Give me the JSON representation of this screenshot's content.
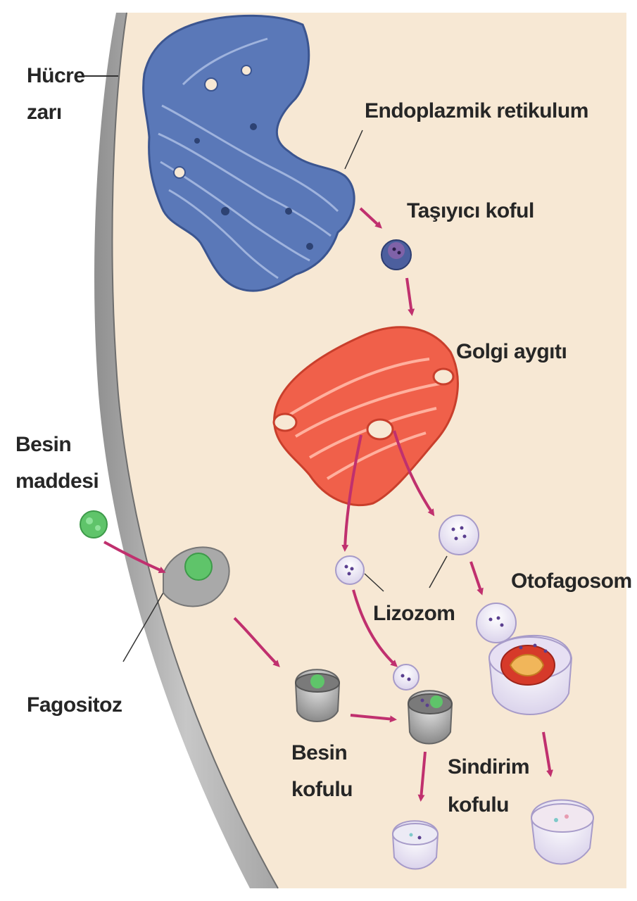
{
  "labels": {
    "cell_membrane_line1": "Hücre",
    "cell_membrane_line2": "zarı",
    "endoplasmic_reticulum": "Endoplazmik retikulum",
    "transport_vesicle": "Taşıyıcı koful",
    "golgi": "Golgi aygıtı",
    "food_line1": "Besin",
    "food_line2": "maddesi",
    "autophagosome": "Otofagosom",
    "lysosome": "Lizozom",
    "phagocytosis": "Fagositoz",
    "food_vacuole_line1": "Besin",
    "food_vacuole_line2": "kofulu",
    "digestive_vacuole_line1": "Sindirim",
    "digestive_vacuole_line2": "kofulu"
  },
  "colors": {
    "cytoplasm": "#f7e8d4",
    "membrane": "#b9b9b9",
    "er": "#5a78b8",
    "golgi": "#f0604a",
    "arrow": "#c0306e",
    "food": "#5fc46a",
    "lysosome": "#ddd6ee"
  }
}
